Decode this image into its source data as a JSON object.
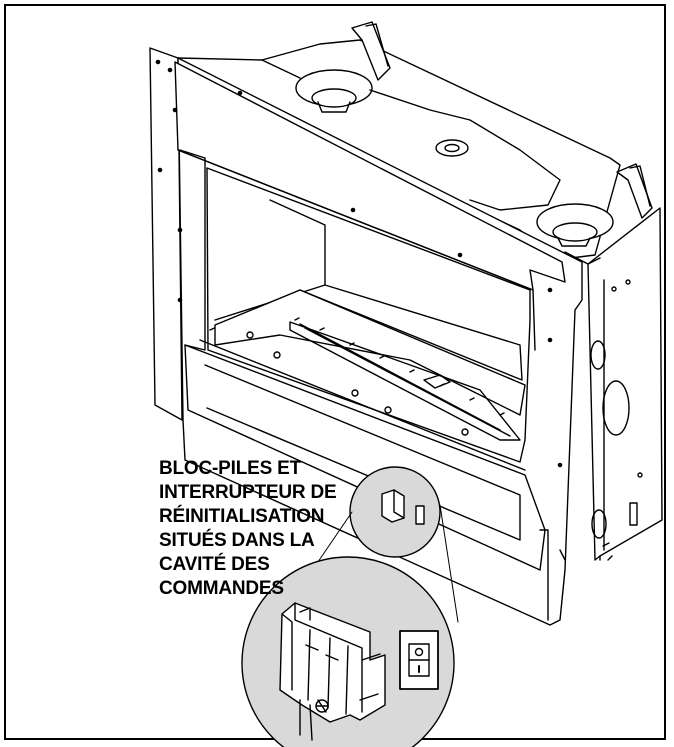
{
  "figure": {
    "callout_lines": [
      "BLOC-PILES ET",
      "INTERRUPTEUR DE",
      "RÉINITIALISATION",
      "SITUÉS DANS LA",
      "CAVITÉ DES",
      "COMMANDES"
    ],
    "icons": [
      "fireplace-insert",
      "battery-pack-icon",
      "reset-switch-icon"
    ],
    "colors": {
      "line": "#000000",
      "callout_fill": "#d9d9d9",
      "background": "#ffffff"
    }
  }
}
